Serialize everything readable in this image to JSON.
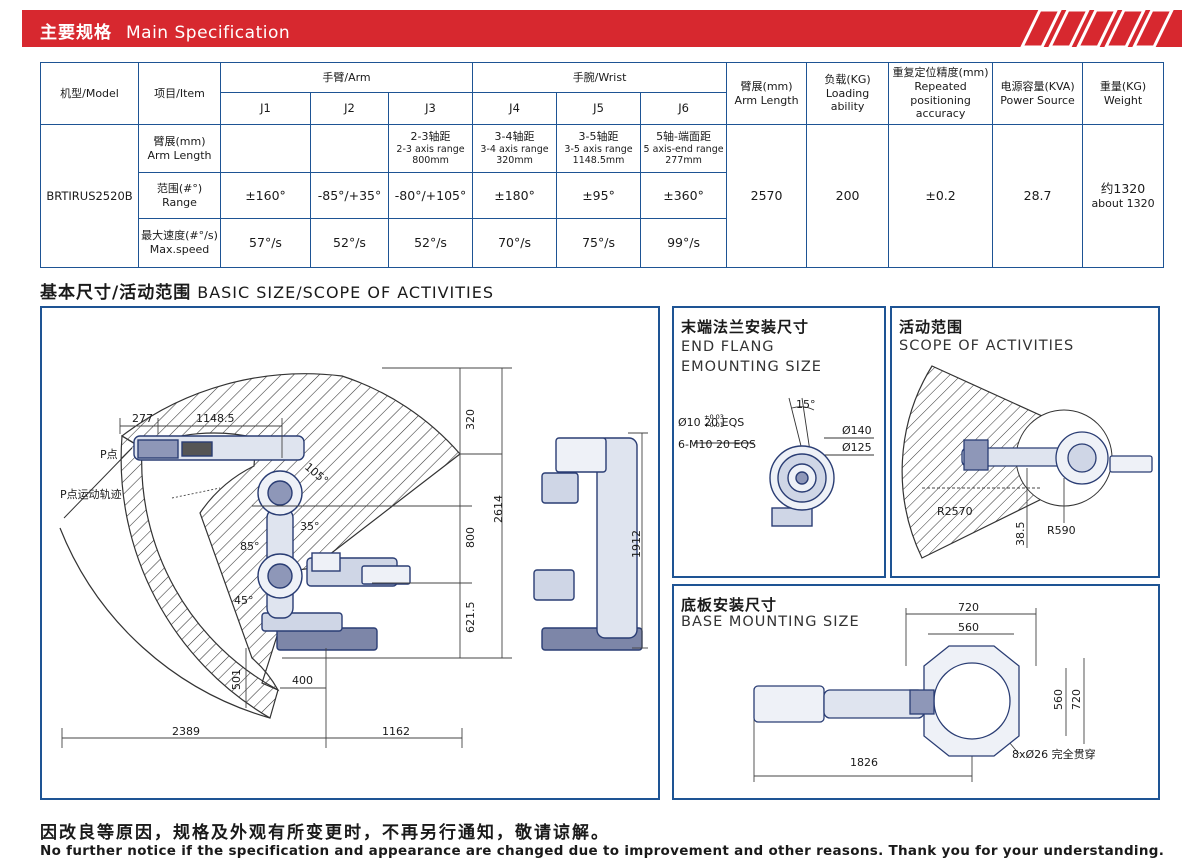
{
  "header": {
    "title_zh": "主要规格",
    "title_en": "Main Specification"
  },
  "spec_table": {
    "col_model": "机型/Model",
    "col_item": "项目/Item",
    "group_arm": "手臂/Arm",
    "group_wrist": "手腕/Wrist",
    "joints": [
      "J1",
      "J2",
      "J3",
      "J4",
      "J5",
      "J6"
    ],
    "col_arm_length": {
      "zh": "臂展(mm)",
      "en": "Arm Length"
    },
    "col_loading": {
      "zh": "负载(KG)",
      "en": "Loading ability"
    },
    "col_repeat": {
      "zh": "重复定位精度(mm)",
      "en": "Repeated positioning accuracy"
    },
    "col_power": {
      "zh": "电源容量(KVA)",
      "en": "Power Source"
    },
    "col_weight": {
      "zh": "重量(KG)",
      "en": "Weight"
    },
    "model": "BRTIRUS2520B",
    "row_arm_label": {
      "zh": "臂展(mm)",
      "en": "Arm Length"
    },
    "row_range_label": {
      "zh": "范围(#°)",
      "en": "Range"
    },
    "row_speed_label": {
      "zh": "最大速度(#°/s)",
      "en": "Max.speed"
    },
    "arm_cells": [
      {
        "zh": "2-3轴距",
        "en": "2-3 axis range",
        "val": "800mm"
      },
      {
        "zh": "3-4轴距",
        "en": "3-4 axis range",
        "val": "320mm"
      },
      {
        "zh": "3-5轴距",
        "en": "3-5 axis range",
        "val": "1148.5mm"
      },
      {
        "zh": "5轴-端面距",
        "en": "5 axis-end range",
        "val": "277mm"
      }
    ],
    "range_values": [
      "±160°",
      "-85°/+35°",
      "-80°/+105°",
      "±180°",
      "±95°",
      "±360°"
    ],
    "speed_values": [
      "57°/s",
      "52°/s",
      "52°/s",
      "70°/s",
      "75°/s",
      "99°/s"
    ],
    "arm_length": "2570",
    "loading": "200",
    "repeat": "±0.2",
    "power": "28.7",
    "weight": {
      "zh": "约1320",
      "en": "about 1320"
    }
  },
  "basic_size": {
    "title_zh": "基本尺寸/活动范围",
    "title_en": "BASIC SIZE/SCOPE OF ACTIVITIES",
    "labels": {
      "d277": "277",
      "d1148": "1148.5",
      "p_point": "P点",
      "p_track": "P点运动轨迹",
      "d320": "320",
      "d2614": "2614",
      "d800": "800",
      "d621": "621.5",
      "d1912": "1912",
      "d501": "501",
      "d400": "400",
      "d2389": "2389",
      "d1162": "1162",
      "a105": "105°",
      "a35": "35°",
      "a85": "85°",
      "a45": "45°"
    }
  },
  "flange": {
    "title_zh": "末端法兰安装尺寸",
    "title_en_1": "END FLANG",
    "title_en_2": "EMOUNTING SIZE",
    "labels": {
      "angle": "15°",
      "hole1": "Ø10 20 EQS",
      "tol_hi": "+0.03",
      "tol_lo": "+0.01",
      "hole2": "6-M10 20 EQS",
      "d140": "Ø140",
      "d125": "Ø125"
    }
  },
  "scope": {
    "title_zh": "活动范围",
    "title_en": "SCOPE OF ACTIVITIES",
    "labels": {
      "r2570": "R2570",
      "d38": "38.5",
      "r590": "R590"
    }
  },
  "base": {
    "title_zh": "底板安装尺寸",
    "title_en": "BASE MOUNTING SIZE",
    "labels": {
      "d720a": "720",
      "d560a": "560",
      "d560b": "560",
      "d720b": "720",
      "holes": "8xØ26 完全贯穿",
      "d1826": "1826"
    }
  },
  "footer": {
    "zh": "因改良等原因，规格及外观有所变更时，不再另行通知，敬请谅解。",
    "en": "No further notice if the specification and appearance are changed due to improvement and other reasons. Thank you for your understanding."
  },
  "colors": {
    "brand_red": "#d7282f",
    "frame_blue": "#1e5494",
    "robot_blue": "#2a3d74"
  }
}
